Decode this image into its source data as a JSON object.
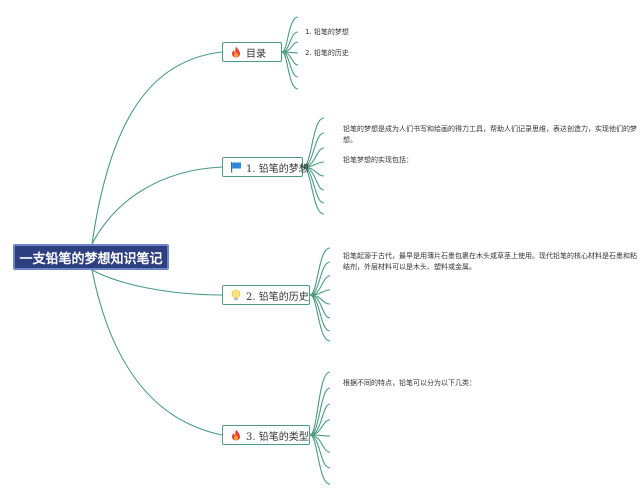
{
  "root": {
    "title": "一支铅笔的梦想知识笔记"
  },
  "branches": [
    {
      "label": "目录",
      "icon": "fire-icon",
      "items": [
        "1. 铅笔的梦想",
        "2. 铅笔的历史"
      ]
    },
    {
      "label": "1. 铅笔的梦想",
      "icon": "flag-icon",
      "paragraphs": [
        "铅笔的梦想是成为人们书写和绘画的得力工具，帮助人们记录思维，表达创造力，实现他们的梦想。",
        "铅笔梦想的实现包括："
      ]
    },
    {
      "label": "2. 铅笔的历史",
      "icon": "lightbulb-icon",
      "paragraphs": [
        "铅笔起源于古代，最早是用薄片石墨包裹在木头或草茎上使用。现代铅笔的核心材料是石墨和粘结剂，外层材料可以是木头、塑料或金属。"
      ]
    },
    {
      "label": "3. 铅笔的类型",
      "icon": "fire-icon",
      "paragraphs": [
        "根据不同的特点，铅笔可以分为以下几类："
      ]
    }
  ],
  "colors": {
    "line": "#4b9a82",
    "root_fill": "#2e3f7f",
    "root_border": "#6d86c9"
  }
}
